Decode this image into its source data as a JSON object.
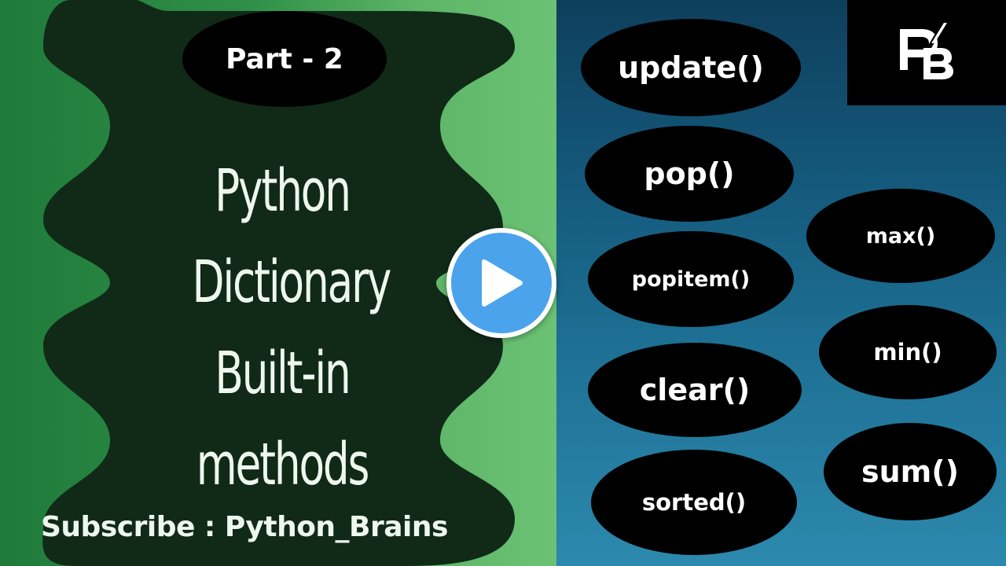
{
  "part_label": "Part - 2",
  "title_lines": [
    "Python",
    "Dictionary",
    "Built-in",
    "methods"
  ],
  "subscribe_text": "Subscribe : Python_Brains",
  "logo_text": "PB",
  "methods_left": [
    "update()",
    "pop()",
    "popitem()",
    "clear()",
    "sorted()"
  ],
  "methods_right": [
    "max()",
    "min()",
    "sum()"
  ],
  "colors": {
    "left_bg": "#2f8f47",
    "left_light": "#6cc274",
    "wavy_panel": "#112a18",
    "right_bg": "#155b7e",
    "play_blue": "#4ba3ec"
  },
  "icons": {
    "play": "play-icon",
    "logo": "pb-logo-icon"
  }
}
